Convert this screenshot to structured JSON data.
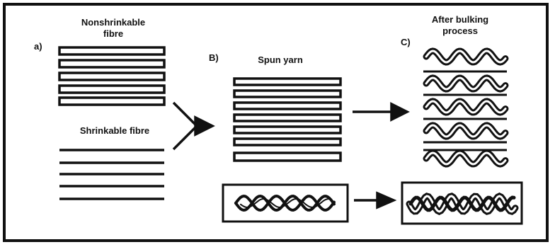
{
  "panel_a": {
    "marker": "a)",
    "top_title": [
      "Nonshrinkable",
      "fibre"
    ],
    "bottom_title": "Shrinkable fibre"
  },
  "panel_b": {
    "marker": "B)",
    "title": "Spun yarn"
  },
  "panel_c": {
    "marker": "C)",
    "title": [
      "After bulking",
      "process"
    ]
  },
  "colors": {
    "ink": "#111111",
    "background": "#ffffff"
  }
}
